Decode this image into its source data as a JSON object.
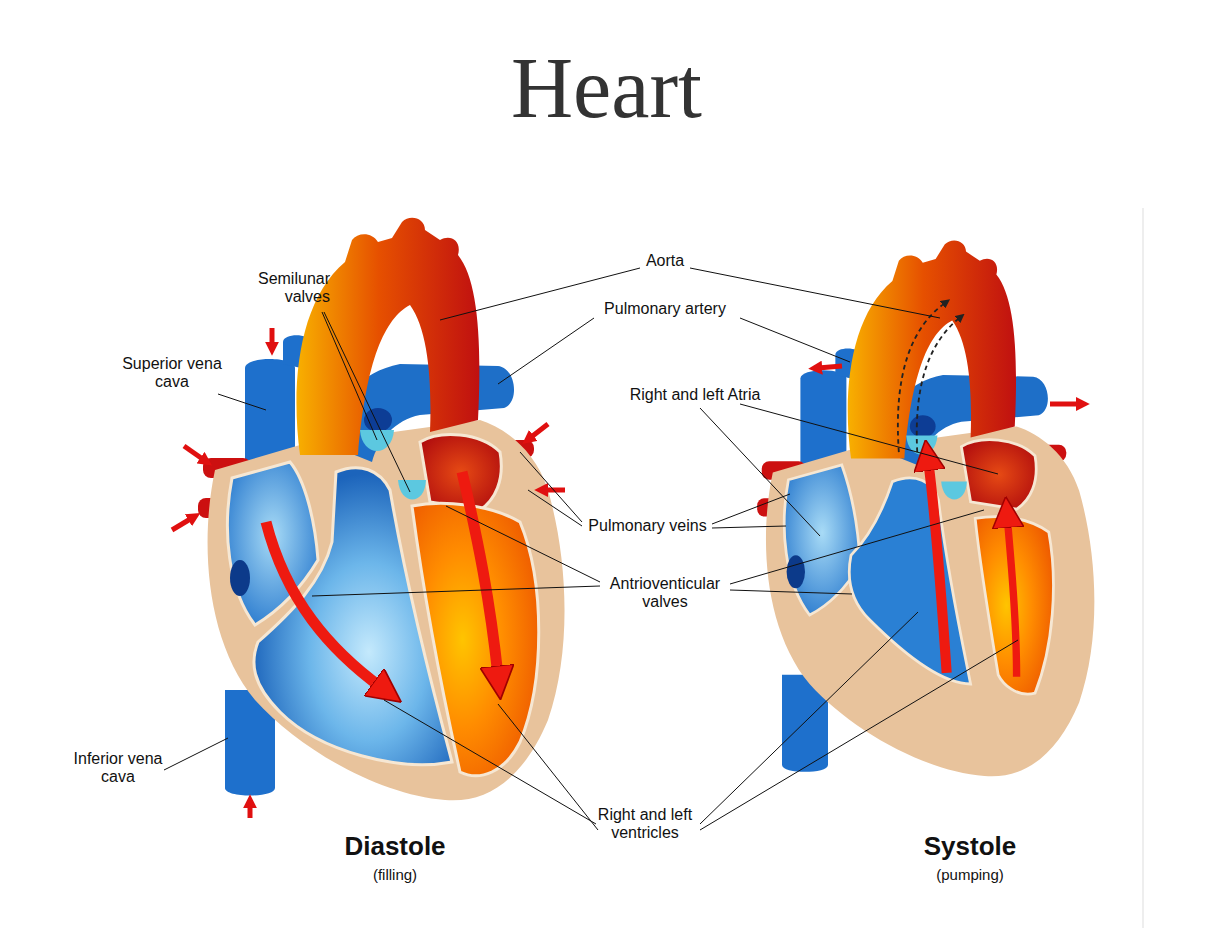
{
  "diagram": {
    "title": "Heart",
    "labels": [
      "Semilunar valves",
      "Superior vena cava",
      "Aorta",
      "Pulmonary artery",
      "Right and left Atria",
      "Pulmonary veins",
      "Antrioventicular valves",
      "Inferior vena cava",
      "Right and left ventricles",
      "Diastole",
      "(filling)",
      "Systole",
      "(pumping)"
    ]
  }
}
